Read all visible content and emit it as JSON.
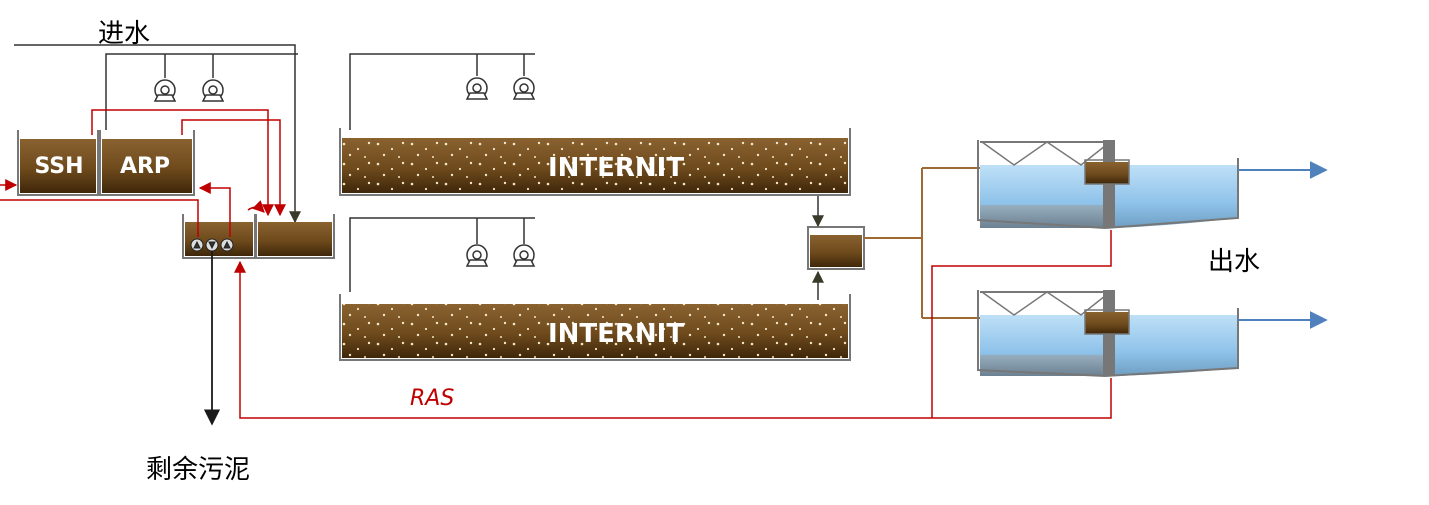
{
  "labels": {
    "influent": "进水",
    "effluent": "出水",
    "waste_sludge": "剩余污泥",
    "ras": "RAS"
  },
  "tanks": {
    "ssh": "SSH",
    "arp": "ARP",
    "internit_top": "INTERNIT",
    "internit_bottom": "INTERNIT"
  },
  "colors": {
    "sludge_brown": "#6e4a1c",
    "sludge_dark": "#4a2e0c",
    "ras_red": "#c00000",
    "water_blue": "#8fc3ea",
    "effluent_arrow": "#4f81bd",
    "mixed_liquor_pipe": "#9c6a32",
    "pipe_dark": "#333333"
  },
  "icons": [
    "pump-icon",
    "mixer-icon",
    "arrow-icon"
  ]
}
